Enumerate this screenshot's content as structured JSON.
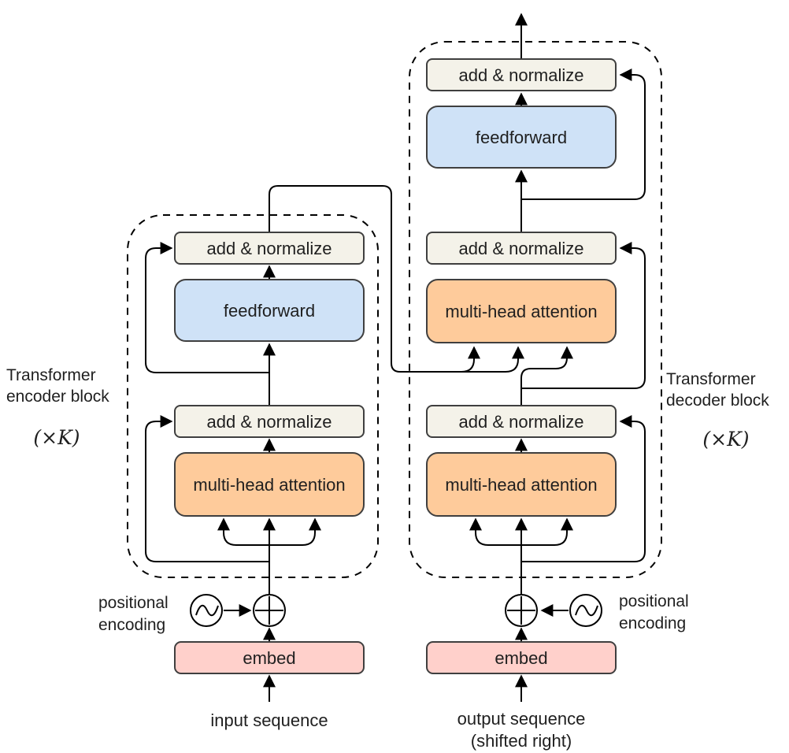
{
  "title": "Transformer encoder–decoder architecture diagram",
  "boxes": {
    "add_normalize": "add & normalize",
    "feedforward": "feedforward",
    "multi_head_attention": "multi-head attention",
    "embed": "embed"
  },
  "labels": {
    "encoder_title_line1": "Transformer",
    "encoder_title_line2": "encoder block",
    "encoder_repeat": "(×K)",
    "decoder_title_line1": "Transformer",
    "decoder_title_line2": "decoder block",
    "decoder_repeat": "(×K)",
    "positional_line1": "positional",
    "positional_line2": "encoding",
    "input_sequence": "input sequence",
    "output_sequence_line1": "output sequence",
    "output_sequence_line2": "(shifted right)"
  },
  "icons": {
    "plus_circle": "plus-circle-icon (element-wise add)",
    "sine_wave": "sine-wave-icon (positional encoding)"
  },
  "colors": {
    "add_normalize_fill": "#f4f2e9",
    "feedforward_fill": "#cfe2f7",
    "attention_fill": "#fecb9b",
    "embed_fill": "#ffd0cb",
    "border": "#3f3f3f",
    "line": "#000000",
    "background": "#ffffff"
  }
}
